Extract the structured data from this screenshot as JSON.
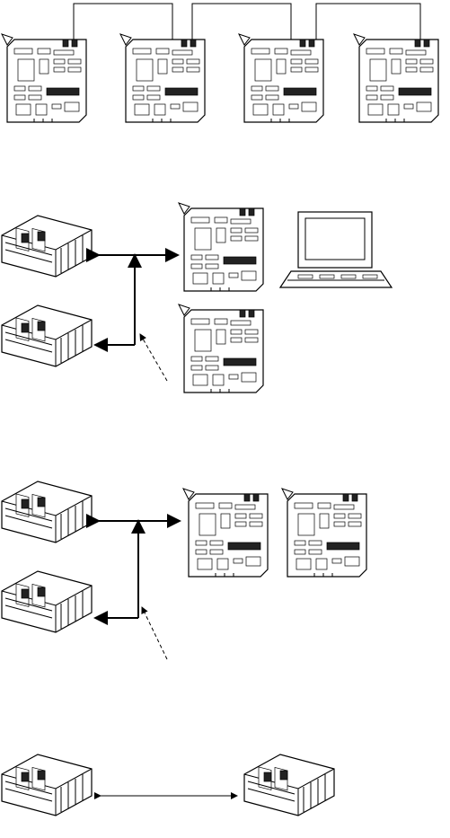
{
  "diagram": {
    "sections": [
      {
        "id": "daisy-chain",
        "boards": 4
      },
      {
        "id": "terminal-link",
        "modules": 2,
        "controller_boards": 2,
        "terminal": "monitor"
      },
      {
        "id": "dual-board-link",
        "modules": 2,
        "controller_boards": 2
      },
      {
        "id": "peer-link",
        "modules": 2
      }
    ],
    "colors": {
      "line": "#000000",
      "background": "#ffffff"
    }
  }
}
